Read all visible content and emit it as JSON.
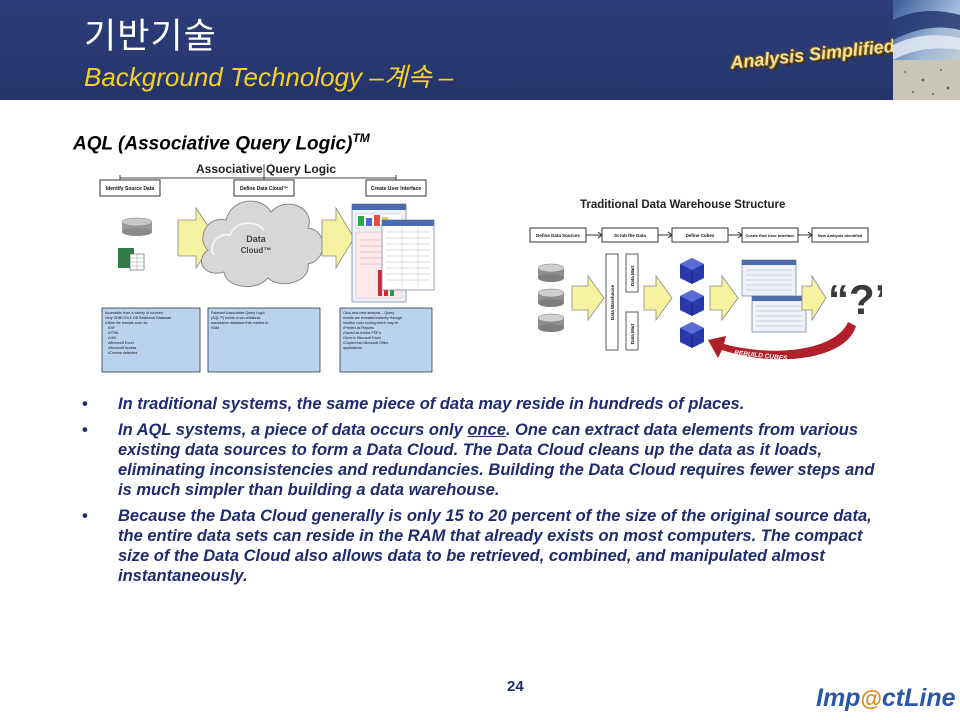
{
  "header": {
    "title_ko": "기반기술",
    "title_en_prefix": "Background Technology –",
    "title_en_ko": "계속",
    "title_en_suffix": " –",
    "tagline": "Analysis Simplified!"
  },
  "subtitle": {
    "text": "AQL (Associative Query Logic)",
    "superscript": "TM"
  },
  "aql_diagram": {
    "title": "Associative Query Logic",
    "steps": [
      "Identify Source Data",
      "Define Data Cloud™",
      "Create User Interface"
    ],
    "cloud_label_1": "Data",
    "cloud_label_2": "Cloud™",
    "notes": [
      [
        "Accessible from a variety of sources:",
        "•Any ODBC/OLE DB Relational Database",
        "•Other file formats such as:",
        "  •DIF",
        "  •HTML",
        "  •XML",
        "  •Microsoft Excel",
        "  •Microsoft Access",
        "  •Comma delimited"
      ],
      [
        "Patented Associative Query Logic",
        "(AQL™) builds a non-relational",
        "associative database that resides in",
        "RAM"
      ],
      [
        "Click-and-view analysis – Query",
        "results are revealed instantly through",
        "intuitive color coding which may be",
        "•Printed as Reports",
        "•Saved as Adobe PDF's",
        "•Sent to Microsoft Excel",
        "•Copied into Microsoft Office",
        "applications"
      ]
    ]
  },
  "dw_diagram": {
    "title": "Traditional Data Warehouse Structure",
    "steps": [
      "Define Data Sources",
      "Scrub the Data",
      "Define Cubes",
      "Create End User Interface",
      "New Analysis Identified"
    ],
    "warehouse_label": "Data Warehouse",
    "mart_label_1": "Data Mart",
    "mart_label_2": "Data Mart",
    "question": "“?”",
    "rebuild_label": "REBUILD CUBES"
  },
  "bullets": [
    {
      "text": "In traditional systems, the same piece of data may reside in hundreds of places."
    },
    {
      "before": "In AQL systems, a piece of data occurs only ",
      "underline": "once",
      "after": ". One can extract data elements from various existing data sources to form a Data Cloud. The Data Cloud cleans up the data as it loads, eliminating inconsistencies and redundancies. Building the Data Cloud requires fewer steps and is much simpler than building a data warehouse."
    },
    {
      "text": "Because the Data Cloud generally is only 15 to 20 percent of the size of the original source data, the entire data sets can reside in the RAM that already exists on most computers. The compact size of the Data Cloud also allows data to be retrieved, combined, and manipulated almost instantaneously."
    }
  ],
  "bullet_symbol": "•",
  "page_number": "24",
  "logo": {
    "part1": "Imp",
    "part2": "@",
    "part3": "ctLine"
  },
  "colors": {
    "header_bg": "#293a72",
    "title_en": "#f6d02a",
    "body_text": "#1e2b6e",
    "note_box": "#b9d3ef",
    "arrow_yellow": "#f7f2a0",
    "cube_blue": "#2a3aa8",
    "curve_red": "#b0202a"
  }
}
